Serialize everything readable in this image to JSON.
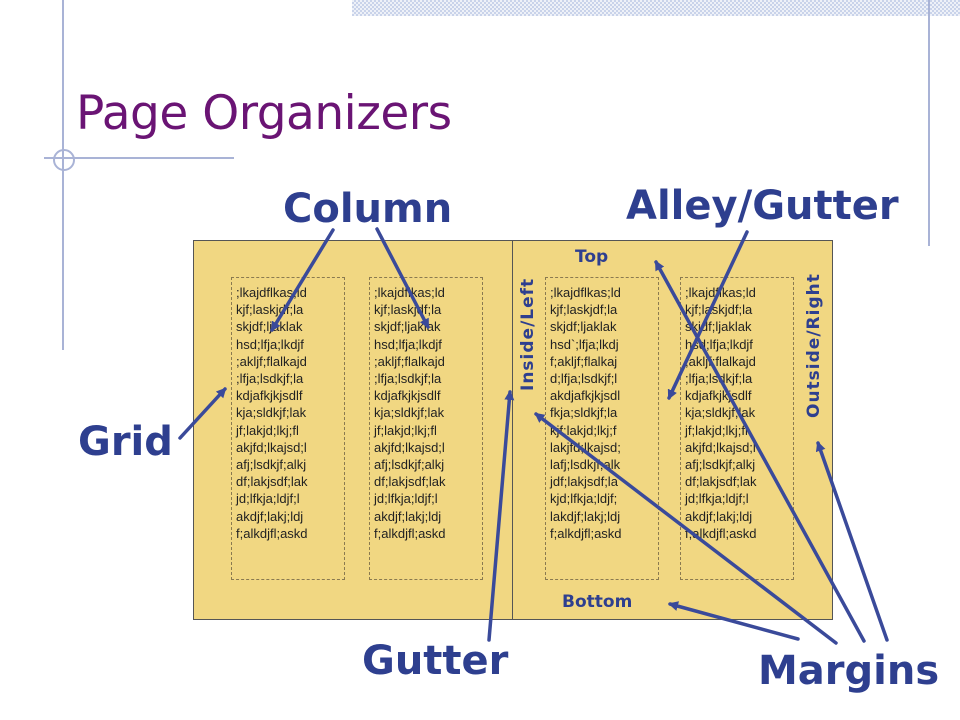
{
  "title": "Page Organizers",
  "labels": {
    "column": "Column",
    "alley_gutter": "Alley/Gutter",
    "grid": "Grid",
    "gutter": "Gutter",
    "margins": "Margins"
  },
  "page_labels": {
    "top": "Top",
    "bottom": "Bottom",
    "inside_left": "Inside/Left",
    "outside_right": "Outside/Right"
  },
  "columns": [
    ";lkajdflkas;ld\nkjf;laskjdf;la\nskjdf;ljaklak\nhsd;lfja;lkdjf\n;akljf;flalkajd\n;lfja;lsdkjf;la\nkdjafkjkjsdlf\nkja;sldkjf;lak\njf;lakjd;lkj;fl\nakjfd;lkajsd;l\nafj;lsdkjf;alkj\ndf;lakjsdf;lak\njd;lfkja;ldjf;l\nakdjf;lakj;ldj\nf;alkdjfl;askd",
    ";lkajdflkas;ld\nkjf;laskjdf;la\nskjdf;ljaklak\nhsd;lfja;lkdjf\n;akljf;flalkajd\n;lfja;lsdkjf;la\nkdjafkjkjsdlf\nkja;sldkjf;lak\njf;lakjd;lkj;fl\nakjfd;lkajsd;l\nafj;lsdkjf;alkj\ndf;lakjsdf;lak\njd;lfkja;ldjf;l\nakdjf;lakj;ldj\nf;alkdjfl;askd",
    ";lkajdflkas;ld\nkjf;laskjdf;la\nskjdf;ljaklak\nhsd`;lfja;lkdj\nf;akljf;flalkaj\nd;lfja;lsdkjf;l\nakdjafkjkjsdl\nfkja;sldkjf;la\nkjf;lakjd;lkj;f\nlakjfd;lkajsd;\nlafj;lsdkjf;alk\njdf;lakjsdf;la\nkjd;lfkja;ldjf;\nlakdjf;lakj;ldj\nf;alkdjfl;askd",
    ";lkajdflkas;ld\nkjf;laskjdf;la\nskjdf;ljaklak\nhsd;lfja;lkdjf\n;akljf;flalkajd\n;lfja;lsdkjf;la\nkdjafkjkjsdlf\nkja;sldkjf;lak\njf;lakjd;lkj;fl\nakjfd;lkajsd;l\nafj;lsdkjf;alkj\ndf;lakjsdf;lak\njd;lfkja;ldjf;l\nakdjf;lakj;ldj\nf;alkdjfl;askd"
  ],
  "colors": {
    "title": "#6a1474",
    "label": "#2e3f8f",
    "page_fill": "#f1d782",
    "decoration": "#a9b3d6"
  }
}
